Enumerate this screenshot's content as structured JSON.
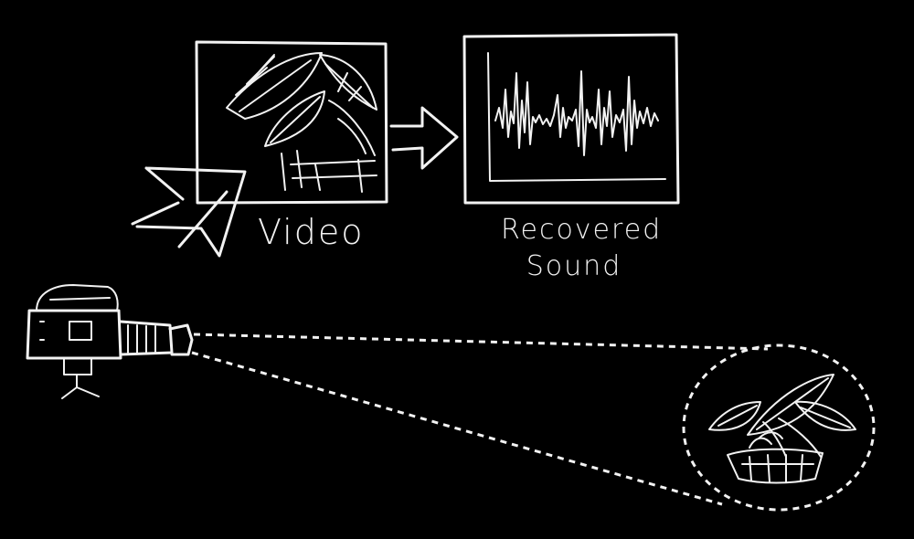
{
  "diagram": {
    "video_label": "Video",
    "recovered_sound_label_line1": "Recovered",
    "recovered_sound_label_line2": "Sound"
  },
  "colors": {
    "background": "#000000",
    "ink": "#f2f2f2"
  },
  "icons": [
    "camera-icon",
    "plant-pot-icon",
    "arrow-icon",
    "cursor-arrow-icon",
    "waveform-icon"
  ]
}
